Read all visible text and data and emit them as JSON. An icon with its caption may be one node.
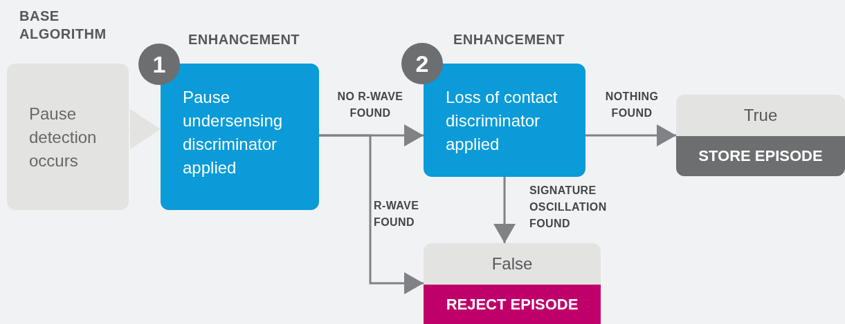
{
  "diagram": {
    "nodes": [
      {
        "text": [
          "BASE ALGORITHM",
          "Pause detection occurs"
        ]
      },
      {
        "text": [
          "ENHANCEMENT",
          "Pause undersensing discriminator applied"
        ]
      },
      {
        "text": [
          "1"
        ]
      },
      {
        "text": [
          "ENHANCEMENT",
          "Loss of contact discriminator applied"
        ]
      },
      {
        "text": [
          "2"
        ]
      },
      {
        "text": [
          "True",
          "STORE EPISODE"
        ]
      },
      {
        "text": [
          "False",
          "REJECT EPISODE"
        ]
      }
    ],
    "edges": [
      {
        "from": 0,
        "to": 1,
        "arrow": "to",
        "color": "#e3e3e1"
      },
      {
        "from": 1,
        "to": 3,
        "arrow": "to",
        "label": "NO R-WAVE FOUND"
      },
      {
        "from": 1,
        "to": 6,
        "arrow": "to",
        "label": "R-WAVE FOUND"
      },
      {
        "from": 3,
        "to": 5,
        "arrow": "to",
        "label": "NOTHING FOUND"
      },
      {
        "from": 3,
        "to": 6,
        "arrow": "to",
        "label": "SIGNATURE OSCILLATION FOUND"
      }
    ]
  }
}
